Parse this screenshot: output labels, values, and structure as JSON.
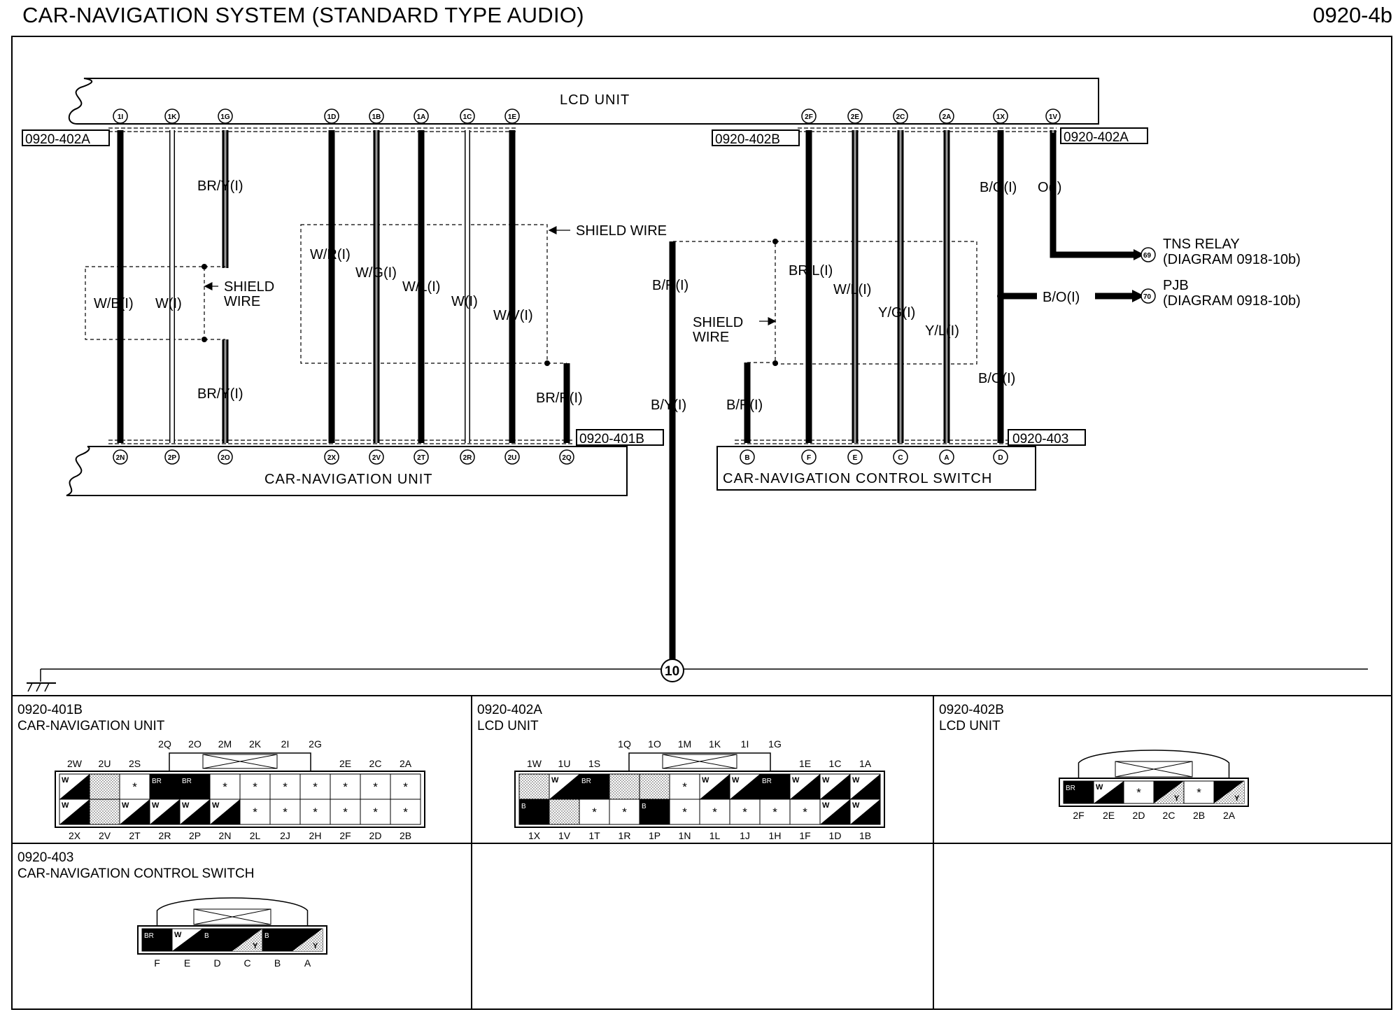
{
  "title": "CAR-NAVIGATION SYSTEM (STANDARD TYPE AUDIO)",
  "page_no": "0920-4b",
  "units": {
    "lcd": "LCD UNIT",
    "nav": "CAR-NAVIGATION UNIT",
    "switch": "CAR-NAVIGATION CONTROL SWITCH"
  },
  "connector_tags": {
    "c402a_left": "0920-402A",
    "c402b": "0920-402B",
    "c402a_right": "0920-402A",
    "c401b": "0920-401B",
    "c403": "0920-403"
  },
  "lcd_pins": [
    "1I",
    "1K",
    "1G",
    "1D",
    "1B",
    "1A",
    "1C",
    "1E",
    "2F",
    "2E",
    "2C",
    "2A",
    "1X",
    "1V"
  ],
  "nav_pins": [
    "2N",
    "2P",
    "2O",
    "2X",
    "2V",
    "2T",
    "2R",
    "2U",
    "2Q"
  ],
  "switch_pins": [
    "B",
    "F",
    "E",
    "C",
    "A",
    "D"
  ],
  "wire_labels": {
    "br_y_top": "BR/Y(I)",
    "br_y_bot": "BR/Y(I)",
    "w_b": "W/B(I)",
    "w": "W(I)",
    "shield1": "SHIELD",
    "shield1b": "WIRE",
    "w_r": "W/R(I)",
    "w_g": "W/G(I)",
    "w_l": "W/L(I)",
    "w2": "W(I)",
    "w_v": "W/V(I)",
    "shield_wire_top": "SHIELD WIRE",
    "br_r_nav": "BR/R(I)",
    "b_r_mid": "B/R(I)",
    "b_y": "B/Y(I)",
    "b_r_sw": "B/R(I)",
    "shield2": "SHIELD",
    "shield2b": "WIRE",
    "br_l": "BR/L(I)",
    "w_l2": "W/L(I)",
    "y_g": "Y/G(I)",
    "y_l": "Y/L(I)",
    "b_o_top": "B/O(I)",
    "o": "O(I)",
    "b_o_mid": "B/O(I)",
    "b_o_bot": "B/O(I)"
  },
  "refs": {
    "tns_title": "TNS RELAY",
    "tns_diag": "(DIAGRAM 0918-10b)",
    "tns_num": "69",
    "pjb_title": "PJB",
    "pjb_diag": "(DIAGRAM 0918-10b)",
    "pjb_num": "70",
    "ground_num": "10"
  },
  "panels": {
    "p401b": {
      "code": "0920-401B",
      "name": "CAR-NAVIGATION UNIT",
      "top_upper": [
        "2Q",
        "2O",
        "2M",
        "2K",
        "2I",
        "2G"
      ],
      "top_lower": [
        "2W",
        "2U",
        "2S",
        "2E",
        "2C",
        "2A"
      ],
      "bottom": [
        "2X",
        "2V",
        "2T",
        "2R",
        "2P",
        "2N",
        "2L",
        "2J",
        "2H",
        "2F",
        "2D",
        "2B"
      ],
      "row1": [
        "W",
        "",
        "*",
        "BR",
        "BR",
        "*",
        "*",
        "*",
        "*",
        "*",
        "*",
        "*"
      ],
      "row2": [
        "W",
        "",
        "W",
        "W",
        "W",
        "W",
        "*",
        "*",
        "*",
        "*",
        "*",
        "*"
      ]
    },
    "p402a": {
      "code": "0920-402A",
      "name": "LCD UNIT",
      "top_upper": [
        "1Q",
        "1O",
        "1M",
        "1K",
        "1I",
        "1G"
      ],
      "top_lower": [
        "1W",
        "1U",
        "1S",
        "1E",
        "1C",
        "1A"
      ],
      "bottom": [
        "1X",
        "1V",
        "1T",
        "1R",
        "1P",
        "1N",
        "1L",
        "1J",
        "1H",
        "1F",
        "1D",
        "1B"
      ],
      "row1": [
        "",
        "W",
        "BR",
        "",
        "",
        "*",
        "W",
        "W",
        "BR",
        "W",
        "W",
        "W"
      ],
      "row2": [
        "B",
        "",
        "*",
        "*",
        "B",
        "*",
        "*",
        "*",
        "*",
        "*",
        "W",
        "W"
      ]
    },
    "p402b": {
      "code": "0920-402B",
      "name": "LCD UNIT",
      "bottom": [
        "2F",
        "2E",
        "2D",
        "2C",
        "2B",
        "2A"
      ],
      "row": [
        "BR",
        "W",
        "*",
        "Y",
        "*",
        "Y"
      ]
    },
    "p403": {
      "code": "0920-403",
      "name": "CAR-NAVIGATION CONTROL SWITCH",
      "bottom": [
        "F",
        "E",
        "D",
        "C",
        "B",
        "A"
      ],
      "row": [
        "BR",
        "W",
        "B",
        "Y",
        "B",
        "Y"
      ]
    }
  }
}
